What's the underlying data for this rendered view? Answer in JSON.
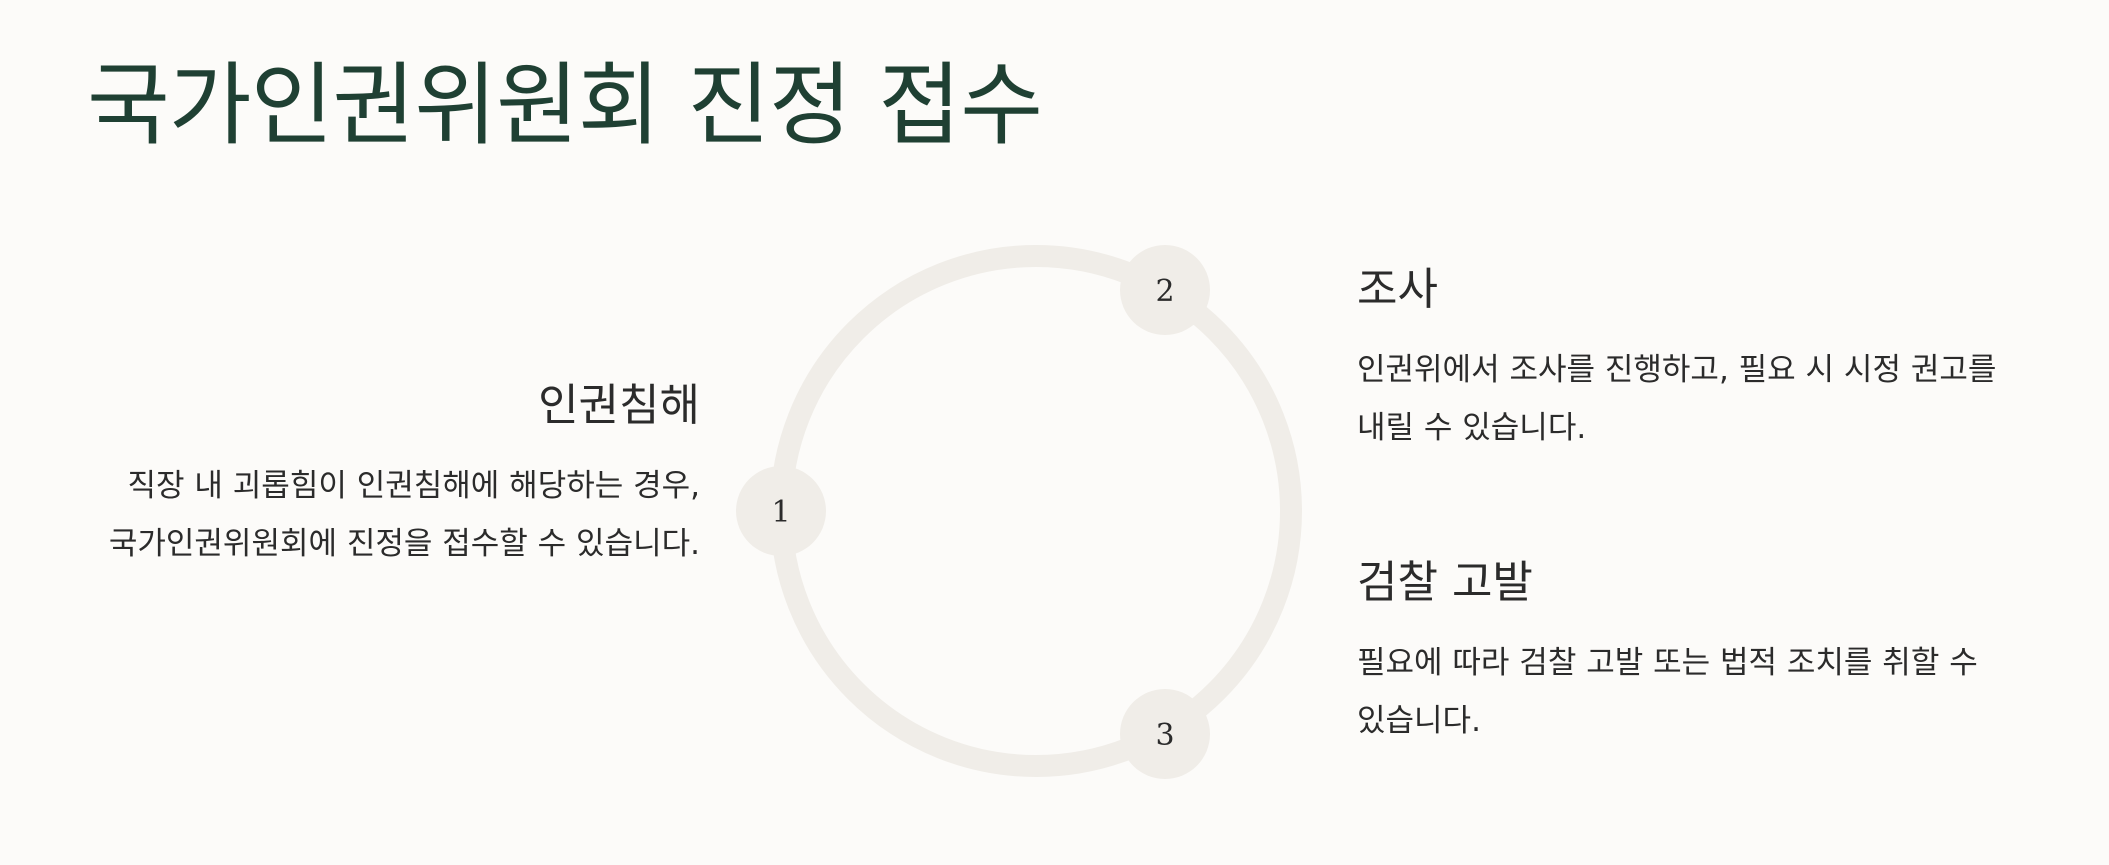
{
  "title": "국가인권위원회 진정 접수",
  "steps": [
    {
      "number": "1",
      "title": "인권침해",
      "description": "직장 내 괴롭힘이 인권침해에 해당하는 경우, 국가인권위원회에 진정을 접수할 수 있습니다."
    },
    {
      "number": "2",
      "title": "조사",
      "description": "인권위에서 조사를 진행하고, 필요 시 시정 권고를 내릴 수 있습니다."
    },
    {
      "number": "3",
      "title": "검찰 고발",
      "description": "필요에 따라 검찰 고발 또는 법적 조치를 취할 수 있습니다."
    }
  ],
  "colors": {
    "background": "#fcfbf9",
    "title": "#1f4033",
    "ring": "#f0ede8",
    "text": "#2b2b2b"
  }
}
